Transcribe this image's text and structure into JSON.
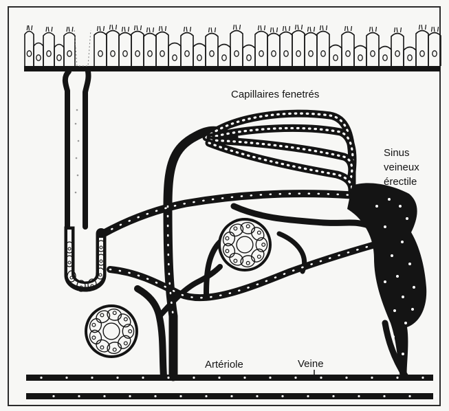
{
  "labels": {
    "capillaires": "Capillaires fenetrés",
    "sinus": [
      "Sinus",
      "veineux",
      "érectile"
    ],
    "arteriole": "Artériole",
    "veine": "Veine"
  },
  "colors": {
    "ink": "#141414",
    "paper": "#f7f7f5",
    "holes": "#ffffff"
  }
}
